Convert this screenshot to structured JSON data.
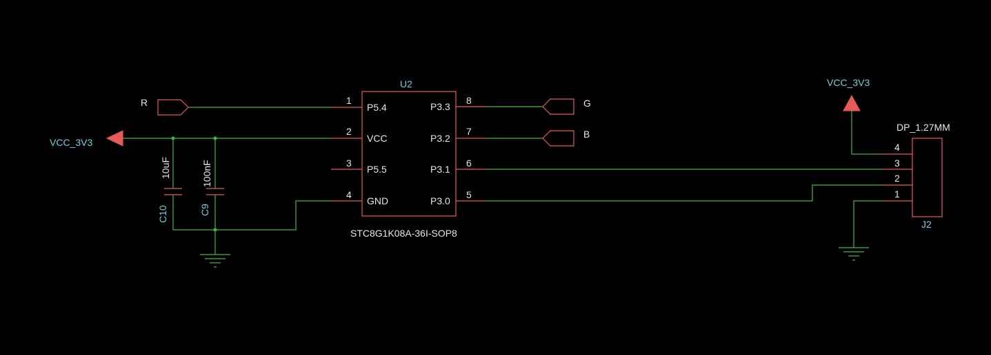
{
  "ic": {
    "ref": "U2",
    "value": "STC8G1K08A-36I-SOP8",
    "left_pins": [
      {
        "num": "1",
        "name": "P5.4"
      },
      {
        "num": "2",
        "name": "VCC"
      },
      {
        "num": "3",
        "name": "P5.5"
      },
      {
        "num": "4",
        "name": "GND"
      }
    ],
    "right_pins": [
      {
        "num": "8",
        "name": "P3.3"
      },
      {
        "num": "7",
        "name": "P3.2"
      },
      {
        "num": "6",
        "name": "P3.1"
      },
      {
        "num": "5",
        "name": "P3.0"
      }
    ]
  },
  "net_labels": {
    "r": "R",
    "g": "G",
    "b": "B"
  },
  "power": {
    "vcc_left": "VCC_3V3",
    "vcc_right": "VCC_3V3"
  },
  "capacitors": {
    "c10": {
      "ref": "C10",
      "value": "10uF"
    },
    "c9": {
      "ref": "C9",
      "value": "100nF"
    }
  },
  "connector": {
    "ref": "J2",
    "value": "DP_1.27MM",
    "pins": [
      "4",
      "3",
      "2",
      "1"
    ]
  },
  "colors": {
    "background": "#000000",
    "wire": "#3fb93f",
    "component": "#e85a5a",
    "pin_text": "#e6e6e6",
    "designator_text": "#6fd0dc"
  }
}
